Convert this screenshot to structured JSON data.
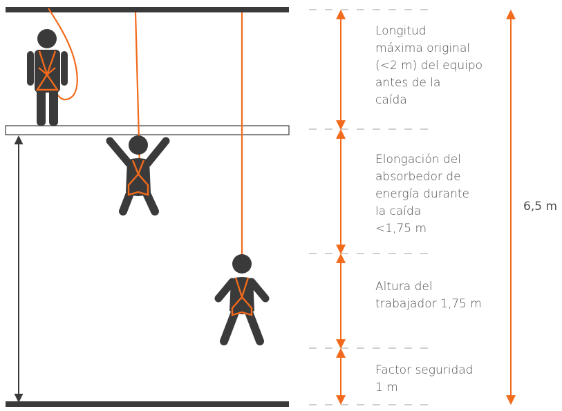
{
  "colors": {
    "accent": "#f26a1b",
    "figure": "#3a3a3a",
    "text": "#4d4d4d",
    "dash": "#cfcfcf"
  },
  "labels": {
    "segment1": [
      "Longitud",
      "máxima original",
      "(<2 m) del equipo",
      "antes de la",
      "caída"
    ],
    "segment2": [
      "Elongación del",
      "absorbedor de",
      "energía durante",
      "la caída",
      "<1,75 m"
    ],
    "segment3": [
      "Altura del",
      "trabajador 1,75 m"
    ],
    "segment4": [
      "Factor seguridad",
      "1 m"
    ],
    "total": "6,5 m"
  }
}
